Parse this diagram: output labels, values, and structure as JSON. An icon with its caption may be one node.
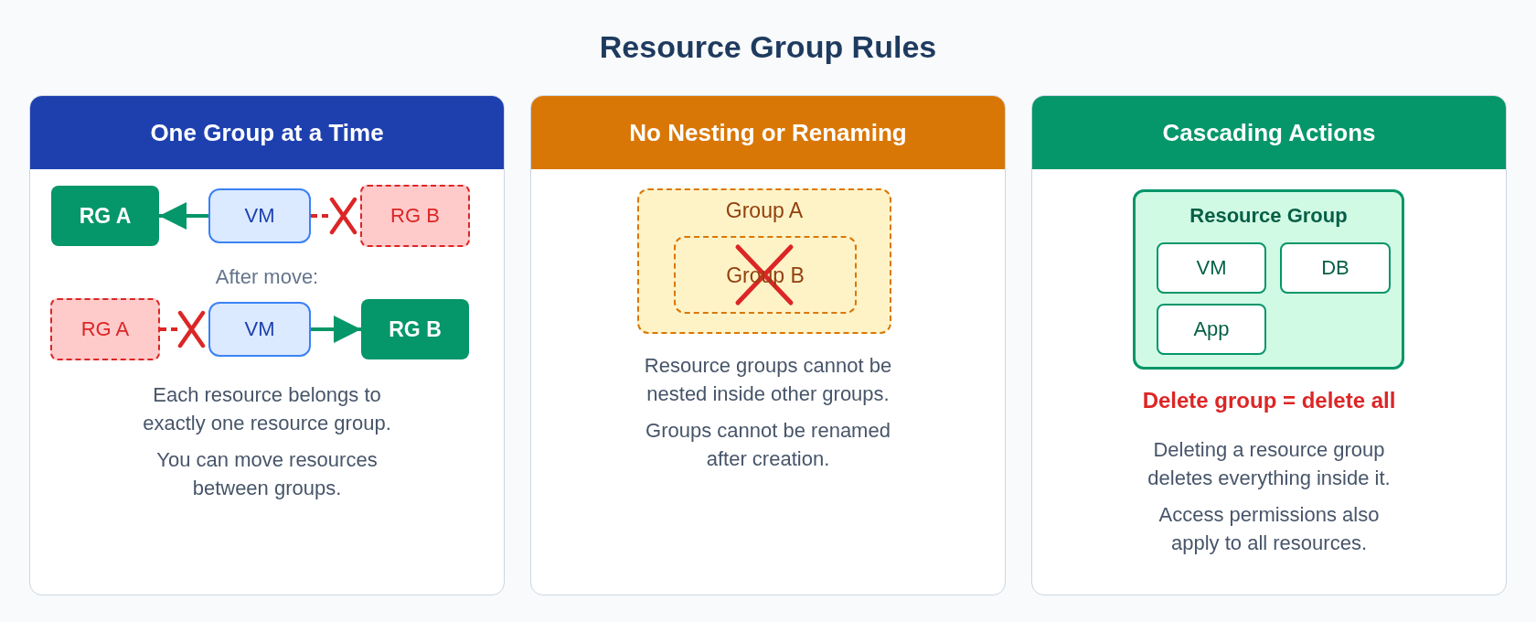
{
  "diagram": {
    "title": "Resource Group Rules",
    "nodes": [
      {
        "text": [
          "One Group at a Time",
          "After move:",
          "Each resource belongs to exactly one resource group.",
          "You can move resources between groups."
        ]
      },
      {
        "text": [
          "RG A"
        ],
        "in": 0
      },
      {
        "text": [
          "VM"
        ],
        "in": 0
      },
      {
        "text": [
          "RG B"
        ],
        "in": 0
      },
      {
        "text": [
          "RG A"
        ],
        "in": 0
      },
      {
        "text": [
          "VM"
        ],
        "in": 0
      },
      {
        "text": [
          "RG B"
        ],
        "in": 0
      },
      {
        "text": [
          "No Nesting or Renaming",
          "Resource groups cannot be nested inside other groups.",
          "Groups cannot be renamed after creation."
        ]
      },
      {
        "text": [
          "Group A"
        ],
        "in": 7
      },
      {
        "text": [
          "Group B"
        ],
        "in": 8
      },
      {
        "text": [
          "Cascading Actions",
          "Delete group = delete all",
          "Deleting a resource group deletes everything inside it.",
          "Access permissions also apply to all resources."
        ]
      },
      {
        "text": [
          "Resource Group"
        ],
        "in": 10
      },
      {
        "text": [
          "VM"
        ],
        "in": 11
      },
      {
        "text": [
          "DB"
        ],
        "in": 11
      },
      {
        "text": [
          "App"
        ],
        "in": 11
      }
    ],
    "edges": [
      {
        "from": 2,
        "to": 1,
        "arrow": "to"
      },
      {
        "from": 2,
        "to": 3,
        "arrow": "other",
        "style": "dashed",
        "color": "#dc2626"
      },
      {
        "from": 4,
        "to": 5,
        "arrow": "other",
        "style": "dashed",
        "color": "#dc2626"
      },
      {
        "from": 5,
        "to": 6,
        "arrow": "to"
      }
    ]
  }
}
